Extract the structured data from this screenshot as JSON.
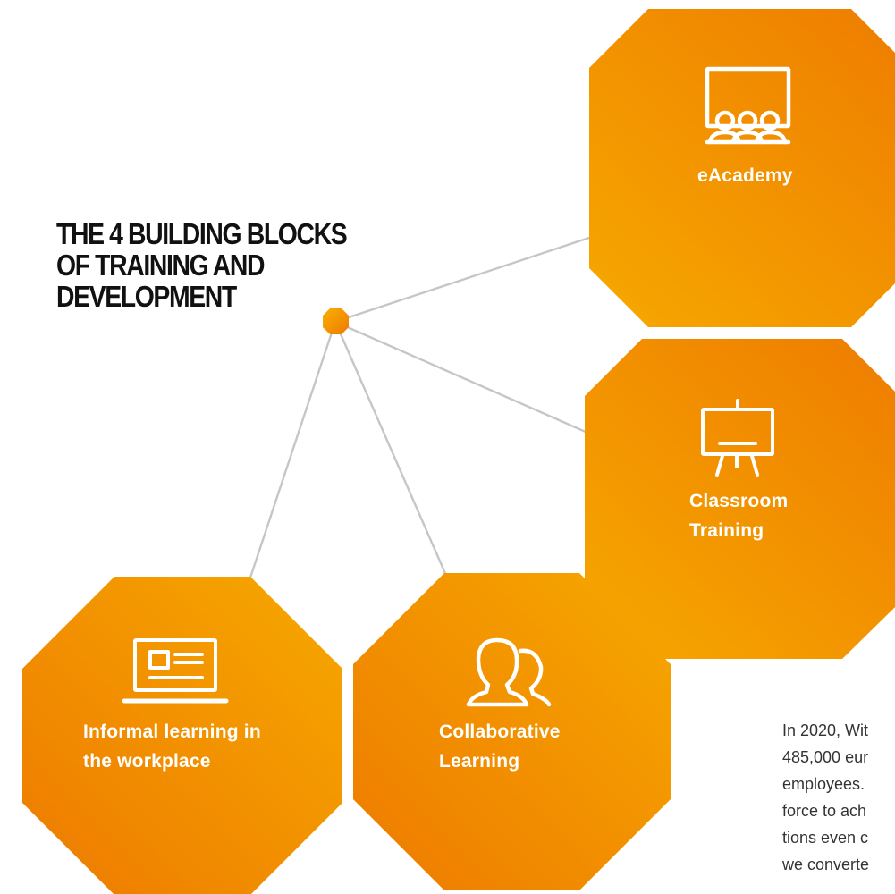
{
  "title": {
    "lines": [
      "THE 4 BUILDING BLOCKS",
      "OF TRAINING AND",
      "DEVELOPMENT"
    ]
  },
  "colors": {
    "orange_light": "#F6A800",
    "orange_dark": "#EE7A00",
    "connector": "#C4C7CA",
    "title": "#111111",
    "body_text": "#333333"
  },
  "blocks": {
    "eacademy": {
      "lines": [
        "eAcademy"
      ],
      "icon": "video-conference-icon"
    },
    "classroom": {
      "lines": [
        "Classroom",
        "Training"
      ],
      "icon": "presentation-easel-icon"
    },
    "informal": {
      "lines": [
        "Informal learning in",
        "the workplace"
      ],
      "icon": "laptop-icon"
    },
    "collaborative": {
      "lines": [
        "Collaborative",
        "Learning"
      ],
      "icon": "people-group-icon"
    }
  },
  "body_text": {
    "lines": [
      "In 2020, Wit",
      "485,000 eur",
      "employees.",
      "force to ach",
      "tions even c",
      "we converte"
    ]
  }
}
